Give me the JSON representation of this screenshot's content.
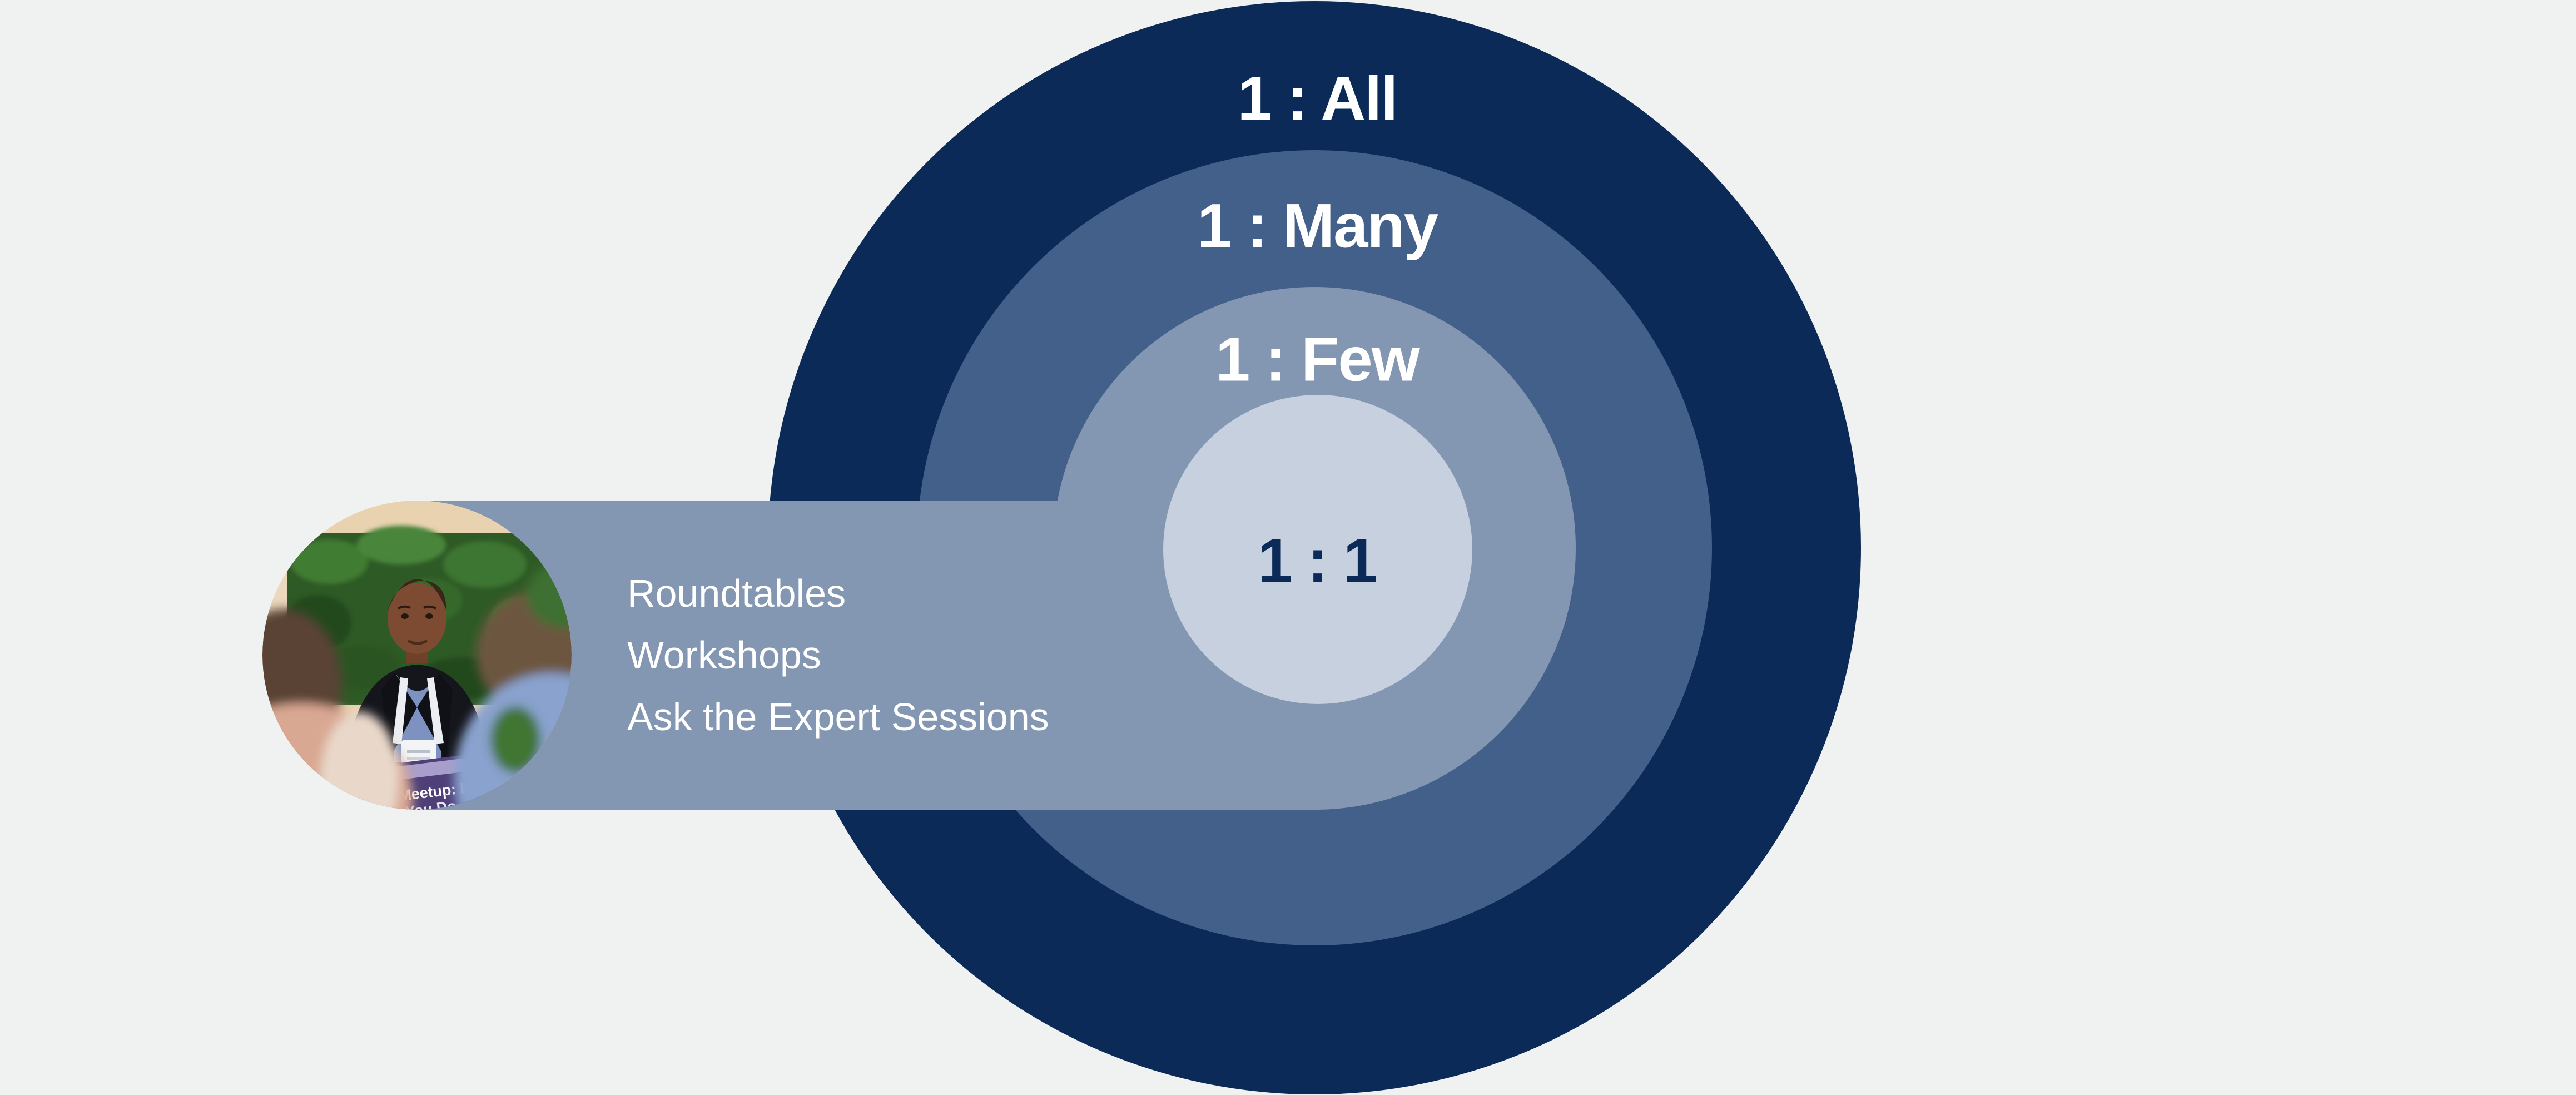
{
  "diagram": {
    "background_color": "#f0f1f1",
    "rings": [
      {
        "id": "all",
        "label": "1 : All",
        "color": "#0c2a57",
        "text_color": "#ffffff"
      },
      {
        "id": "many",
        "label": "1 : Many",
        "color": "#43608a",
        "text_color": "#ffffff"
      },
      {
        "id": "few",
        "label": "1 : Few",
        "color": "#8397b3",
        "text_color": "#ffffff"
      },
      {
        "id": "one",
        "label": "1 : 1",
        "color": "#c6d0de",
        "text_color": "#0c2a57"
      }
    ],
    "callout": {
      "bar_color": "#8397b3",
      "text_color": "#ffffff",
      "items": [
        "Roundtables",
        "Workshops",
        "Ask the Expert Sessions"
      ],
      "photo": {
        "description": "Man in dark blazer and blue shirt with white lanyard badge seated at a table in front of a green hedge, talking with two blurred attendees in the foreground",
        "visible_text_line1": "Meetup: How Ar",
        "visible_text_line2": "You Do"
      }
    }
  }
}
